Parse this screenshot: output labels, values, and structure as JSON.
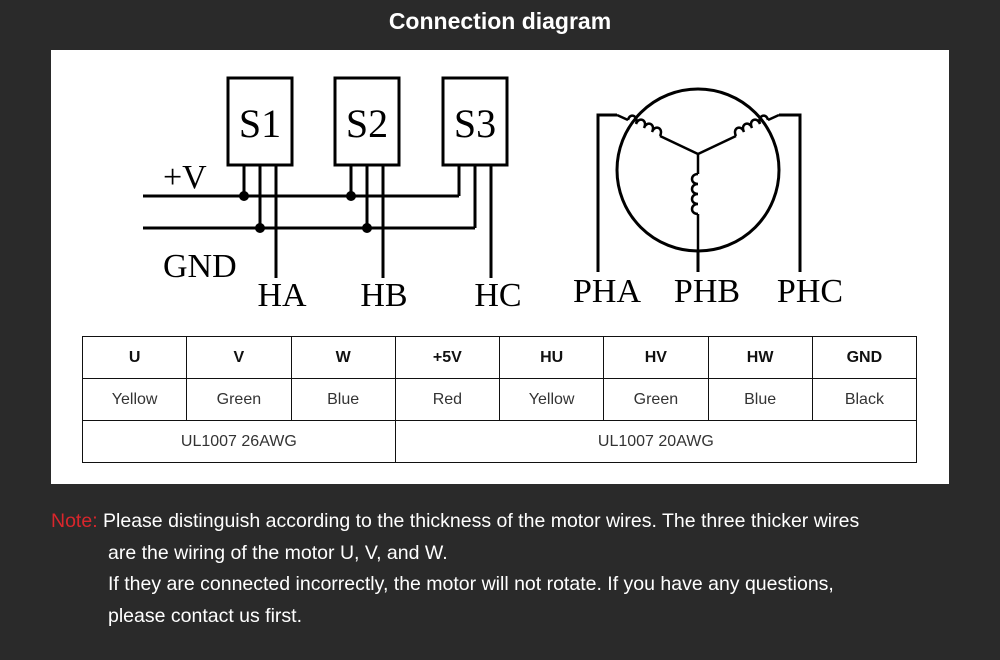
{
  "title": "Connection diagram",
  "diagram": {
    "sensors": [
      "S1",
      "S2",
      "S3"
    ],
    "rails": {
      "vplus": "+V",
      "gnd": "GND"
    },
    "hall_outputs": [
      "HA",
      "HB",
      "HC"
    ],
    "phases": [
      "PHA",
      "PHB",
      "PHC"
    ]
  },
  "table": {
    "headers": [
      "U",
      "V",
      "W",
      "+5V",
      "HU",
      "HV",
      "HW",
      "GND"
    ],
    "colors": [
      "Yellow",
      "Green",
      "Blue",
      "Red",
      "Yellow",
      "Green",
      "Blue",
      "Black"
    ],
    "spec_left": "UL1007 26AWG",
    "spec_right": "UL1007 20AWG"
  },
  "note": {
    "label": "Note:",
    "lines": [
      "Please distinguish according to the thickness of the motor wires. The three thicker wires",
      "are the wiring of the motor U, V, and W.",
      "If they are connected incorrectly, the motor will not rotate. If you have any questions,",
      "please contact us first."
    ]
  },
  "colors": {
    "background": "#2a2a2a",
    "panel": "#ffffff",
    "note_label": "#d9262c"
  }
}
